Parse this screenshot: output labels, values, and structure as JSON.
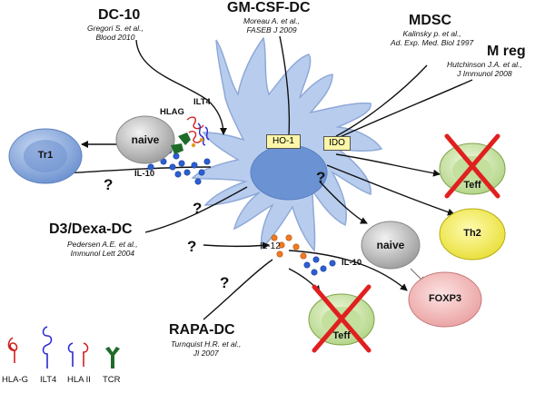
{
  "sources": {
    "dc10": {
      "name": "DC-10",
      "cite1": "Gregori S. et al.,",
      "cite2": "Blood 2010"
    },
    "gmcsf": {
      "name": "GM-CSF-DC",
      "cite1": "Moreau A. et al.,",
      "cite2": "FASEB J 2009"
    },
    "mdsc": {
      "name": "MDSC",
      "cite1": "Kalinsky p. et al.,",
      "cite2": "Ad. Exp. Med. Biol 1997"
    },
    "mreg": {
      "name": "M reg",
      "cite1": "Hutchinson J.A. et al.,",
      "cite2": "J Immunol 2008"
    },
    "d3dexa": {
      "name": "D3/Dexa-DC",
      "cite1": "Pedersen A.E. et al.,",
      "cite2": "Immunol Lett 2004"
    },
    "rapa": {
      "name": "RAPA-DC",
      "cite1": "Turnquist H.R. et al.,",
      "cite2": "JI 2007"
    }
  },
  "molecules": {
    "ho1": "HO-1",
    "ido": "IDO",
    "il10_left": "IL-10",
    "il12": "IL-12",
    "il10_right": "IL-10",
    "hlag": "HLAG",
    "ilt4": "ILT4"
  },
  "cells": {
    "tr1": "Tr1",
    "naive_left": "naive",
    "teff_top": "Teff",
    "th2": "Th2",
    "naive_right": "naive",
    "foxp3": "FOXP3",
    "teff_bottom": "Teff"
  },
  "question_mark": "?",
  "legend": {
    "hlag": "HLA-G",
    "ilt4": "ILT4",
    "hla2": "HLA II",
    "tcr": "TCR"
  }
}
